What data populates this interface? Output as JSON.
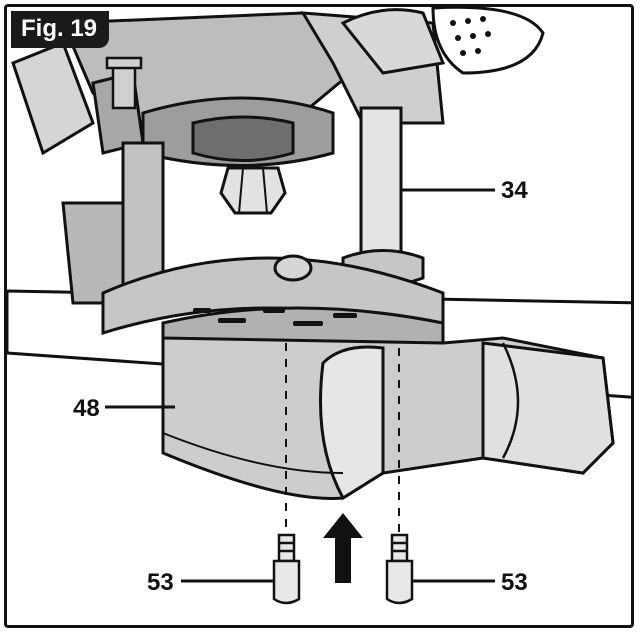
{
  "figure": {
    "label": "Fig. 19"
  },
  "callouts": {
    "part_34": "34",
    "part_48": "48",
    "part_53_left": "53",
    "part_53_right": "53"
  },
  "colors": {
    "line": "#111111",
    "mid_gray": "#b7b7b7",
    "light_gray": "#d9d9d9",
    "dark_gray": "#6e6e6e",
    "badge": "#1a1a1a"
  }
}
